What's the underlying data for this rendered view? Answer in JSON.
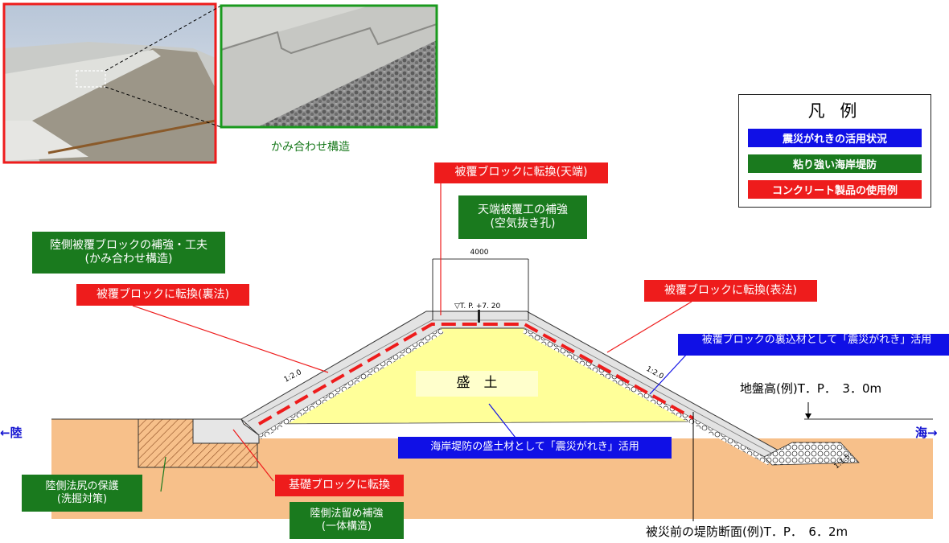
{
  "photos": {
    "main": {
      "name": "seawall-photo"
    },
    "closeup": {
      "name": "interlock-closeup-photo",
      "caption": "かみ合わせ構造"
    }
  },
  "legend": {
    "title": "凡 例",
    "items": [
      {
        "label": "震災がれきの活用状況",
        "color": "#1010e6"
      },
      {
        "label": "粘り強い海岸堤防",
        "color": "#1a7a1e"
      },
      {
        "label": "コンクリート製品の使用例",
        "color": "#ee1c1c"
      }
    ]
  },
  "callouts": {
    "crown_block": "被覆ブロックに転換(天端)",
    "crown_reinforce": {
      "line1": "天端被覆工の補強",
      "line2": "(空気抜き孔)"
    },
    "land_reinforce": {
      "line1": "陸側被覆ブロックの補強・工夫",
      "line2": "(かみ合わせ構造)"
    },
    "back_slope": "被覆ブロックに転換(裏法)",
    "front_slope": "被覆ブロックに転換(表法)",
    "backfill_rubble": "被覆ブロックの裏込材として「震災がれき」活用",
    "fill_rubble": "海岸堤防の盛土材として「震災がれき」活用",
    "foundation": "基礎ブロックに転換",
    "toe_protect": {
      "line1": "陸側法尻の保護",
      "line2": "(洗掘対策)"
    },
    "toe_stop": {
      "line1": "陸側法留め補強",
      "line2": "(一体構造)"
    }
  },
  "labels": {
    "ground_level": "地盤高(例)T．P．　3．0m",
    "pre_disaster": "被災前の堤防断面(例)T．P．　6．2m",
    "fill": "盛　土",
    "land": "←陸",
    "sea": "海→",
    "crown_width": "4000",
    "crown_elev": "▽T. P. +7. 20",
    "slope_land": "1:2.0",
    "slope_sea": "1:2.0",
    "slope_toe": "1:1.5"
  }
}
